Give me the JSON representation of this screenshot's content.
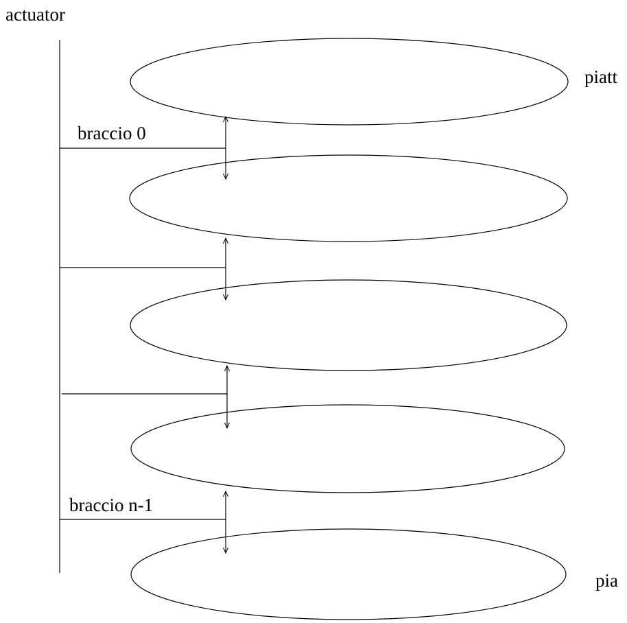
{
  "labels": {
    "actuator": "actuator",
    "top_platter": "piatt",
    "bottom_platter": "pia",
    "arm_first": "braccio 0",
    "arm_last": "braccio n-1"
  },
  "structure": {
    "platter_count": 5,
    "arm_count": 4
  },
  "colors": {
    "stroke": "#000000",
    "background": "#ffffff"
  }
}
